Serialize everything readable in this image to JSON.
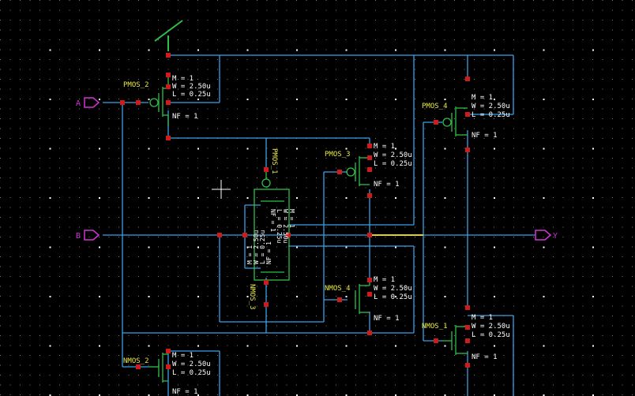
{
  "colors": {
    "background": "#000000",
    "wire": "#3a9fe6",
    "pmos": "#2fbf4a",
    "pin": "#d234d2",
    "node": "#d11a1a",
    "label": "#e8e84a",
    "text": "#ffffff",
    "highlight": "#e0d020"
  },
  "pins": {
    "a": "A",
    "b": "B",
    "y": "Y"
  },
  "pmos2": {
    "name": "PMOS_2",
    "m": "M = 1",
    "w": "W = 2.50u",
    "l": "L = 0.25u",
    "nf": "NF = 1"
  },
  "pmos4": {
    "name": "PMOS_4",
    "m": "M = 1",
    "w": "W = 2.50u",
    "l": "L = 0.25u",
    "nf": "NF = 1"
  },
  "pmos3": {
    "name": "PMOS_3",
    "m": "M = 1",
    "w": "W = 2.50u",
    "l": "L = 0.25u",
    "nf": "NF = 1"
  },
  "nmos4": {
    "name": "NMOS_4",
    "m": "M = 1",
    "w": "W = 2.50u",
    "l": "L = 0.25u",
    "nf": "NF = 1"
  },
  "nmos1": {
    "name": "NMOS_1",
    "m": "M = 1",
    "w": "W = 2.50u",
    "l": "L = 0.25u",
    "nf": "NF = 1"
  },
  "nmos2": {
    "name": "NMOS_2",
    "m": "M = 1",
    "w": "W = 2.50u",
    "l": "L = 0.25u",
    "nf": "NF = 1"
  },
  "pmos1": {
    "name": "PMOS_1",
    "m": "M = 1",
    "w": "W = 2.50u",
    "l": "L = 0.25u",
    "nf": "NF = 1"
  },
  "nmos3": {
    "name": "NMOS_3",
    "m": "M = 1",
    "w": "W = 2.50u",
    "l": "L = 0.25u",
    "nf": "NF = 1"
  }
}
